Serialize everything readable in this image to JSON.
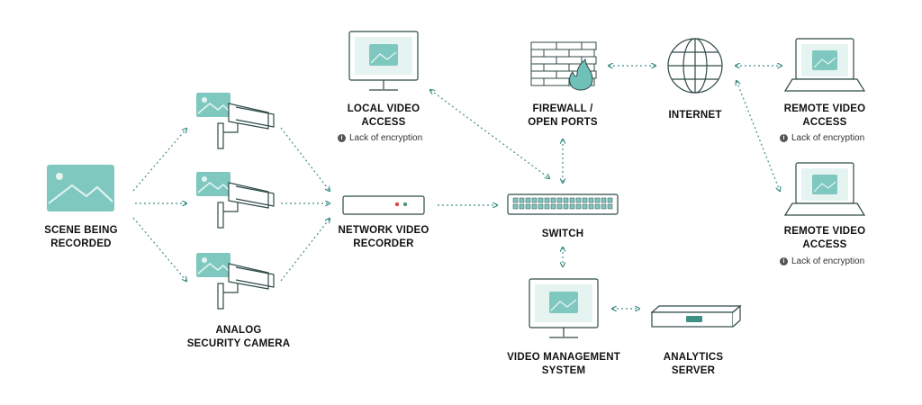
{
  "colors": {
    "accent_fill": "#7fc8c0",
    "light_fill": "#e6f4f1",
    "stroke": "#2f4a47",
    "arrow": "#3f8f87",
    "fire": "#6fc0b8"
  },
  "nodes": {
    "scene": {
      "line1": "SCENE BEING",
      "line2": "RECORDED"
    },
    "camera": {
      "line1": "ANALOG",
      "line2": "SECURITY CAMERA"
    },
    "local_access": {
      "line1": "LOCAL VIDEO",
      "line2": "ACCESS",
      "note": "Lack of encryption"
    },
    "nvr": {
      "line1": "NETWORK VIDEO",
      "line2": "RECORDER"
    },
    "firewall": {
      "line1": "FIREWALL /",
      "line2": "OPEN PORTS"
    },
    "switch": {
      "line1": "SWITCH"
    },
    "internet": {
      "line1": "INTERNET"
    },
    "remote_access_1": {
      "line1": "REMOTE VIDEO",
      "line2": "ACCESS",
      "note": "Lack of encryption"
    },
    "remote_access_2": {
      "line1": "REMOTE VIDEO",
      "line2": "ACCESS",
      "note": "Lack of encryption"
    },
    "vms": {
      "line1": "VIDEO MANAGEMENT",
      "line2": "SYSTEM"
    },
    "analytics": {
      "line1": "ANALYTICS",
      "line2": "SERVER"
    }
  },
  "icons": {
    "info": "i"
  }
}
